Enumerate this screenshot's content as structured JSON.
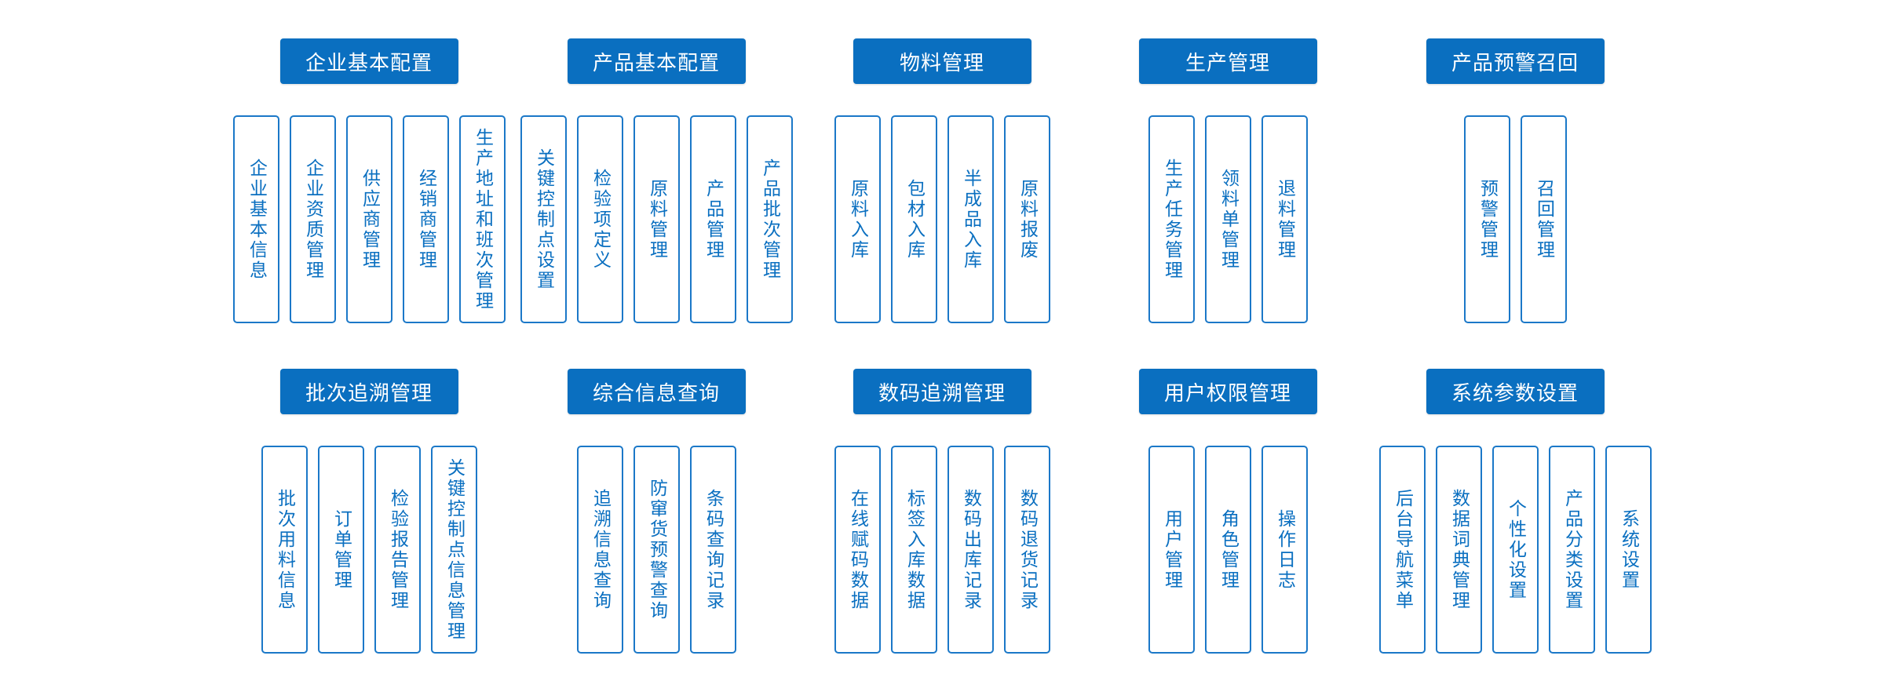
{
  "rows": [
    [
      {
        "title": "企业基本配置",
        "items": [
          "企业基本信息",
          "企业资质管理",
          "供应商管理",
          "经销商管理",
          "生产地址和班次管理"
        ]
      },
      {
        "title": "产品基本配置",
        "items": [
          "关键控制点设置",
          "检验项定义",
          "原料管理",
          "产品管理",
          "产品批次管理"
        ]
      },
      {
        "title": "物料管理",
        "items": [
          "原料入库",
          "包材入库",
          "半成品入库",
          "原料报废"
        ]
      },
      {
        "title": "生产管理",
        "items": [
          "生产任务管理",
          "领料单管理",
          "退料管理"
        ]
      },
      {
        "title": "产品预警召回",
        "items": [
          "预警管理",
          "召回管理"
        ]
      }
    ],
    [
      {
        "title": "批次追溯管理",
        "items": [
          "批次用料信息",
          "订单管理",
          "检验报告管理",
          "关键控制点信息管理"
        ]
      },
      {
        "title": "综合信息查询",
        "items": [
          "追溯信息查询",
          "防窜货预警查询",
          "条码查询记录"
        ]
      },
      {
        "title": "数码追溯管理",
        "items": [
          "在线赋码数据",
          "标签入库数据",
          "数码出库记录",
          "数码退货记录"
        ]
      },
      {
        "title": "用户权限管理",
        "items": [
          "用户管理",
          "角色管理",
          "操作日志"
        ]
      },
      {
        "title": "系统参数设置",
        "items": [
          "后台导航菜单",
          "数据词典管理",
          "个性化设置",
          "产品分类设置",
          "系统设置"
        ]
      }
    ]
  ],
  "colors": {
    "header_bg": "#0a6fc0",
    "leaf_border": "#1b78c8",
    "leaf_text": "#0a6fc0"
  }
}
